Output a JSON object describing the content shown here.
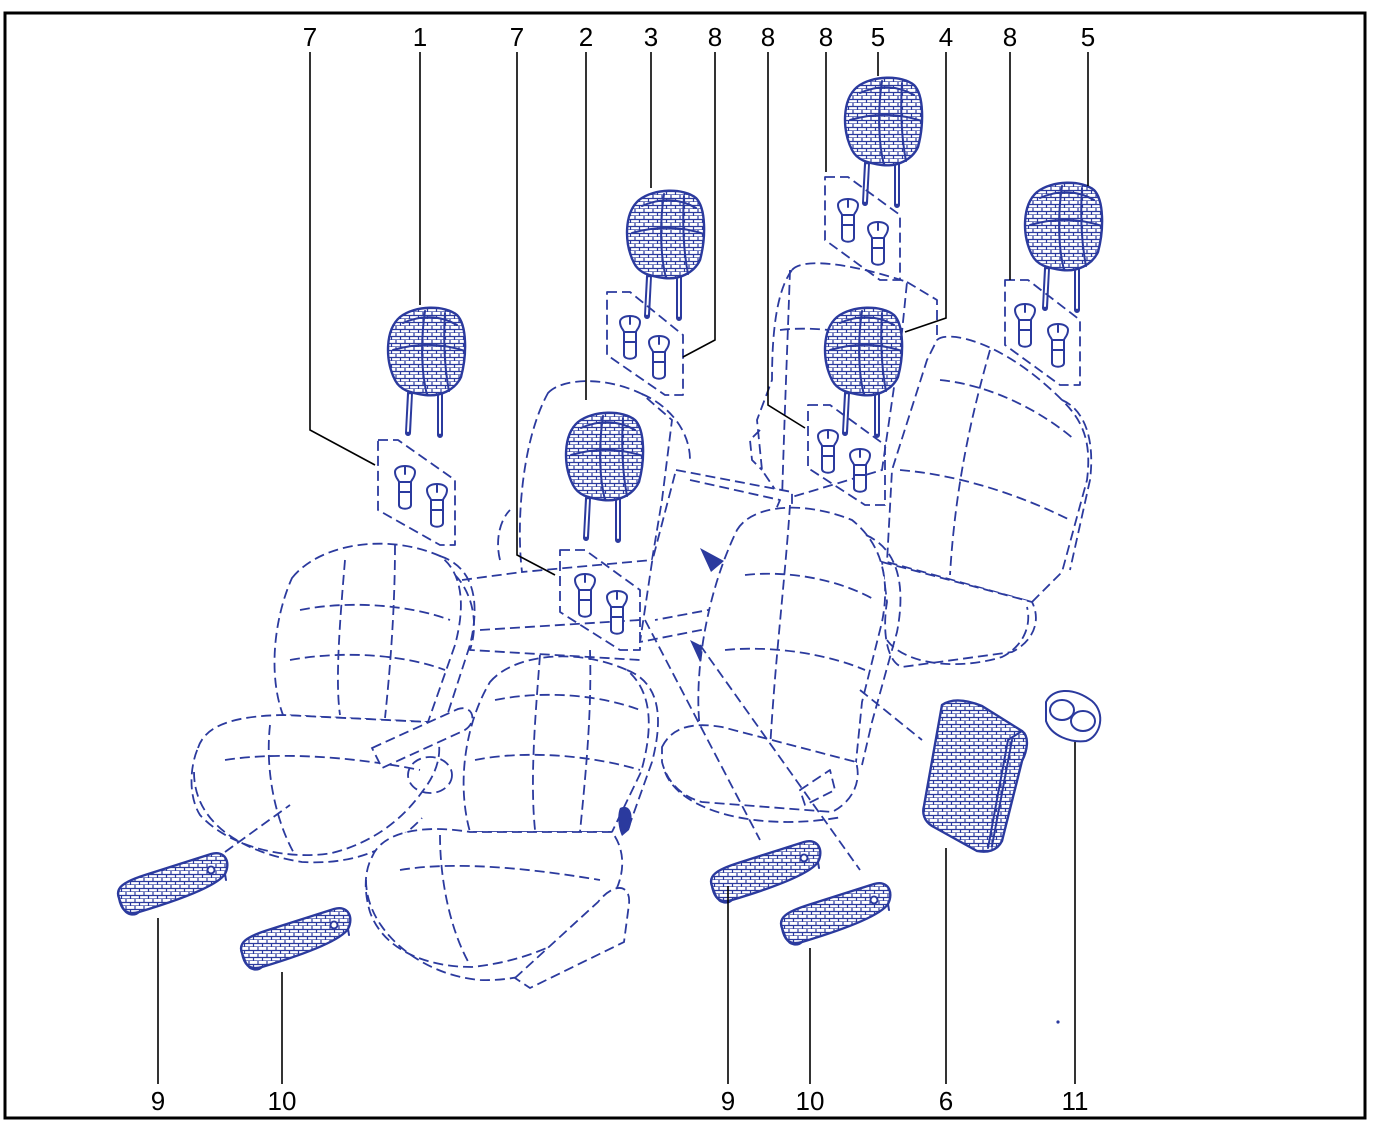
{
  "diagram": {
    "callouts_top": [
      "7",
      "1",
      "7",
      "2",
      "3",
      "8",
      "8",
      "8",
      "5",
      "4",
      "8",
      "5"
    ],
    "callouts_bottom": [
      "9",
      "10",
      "9",
      "10",
      "6",
      "11"
    ]
  },
  "colors": {
    "drawing": "#2b3a9e",
    "frame": "#000000",
    "text": "#000000"
  }
}
